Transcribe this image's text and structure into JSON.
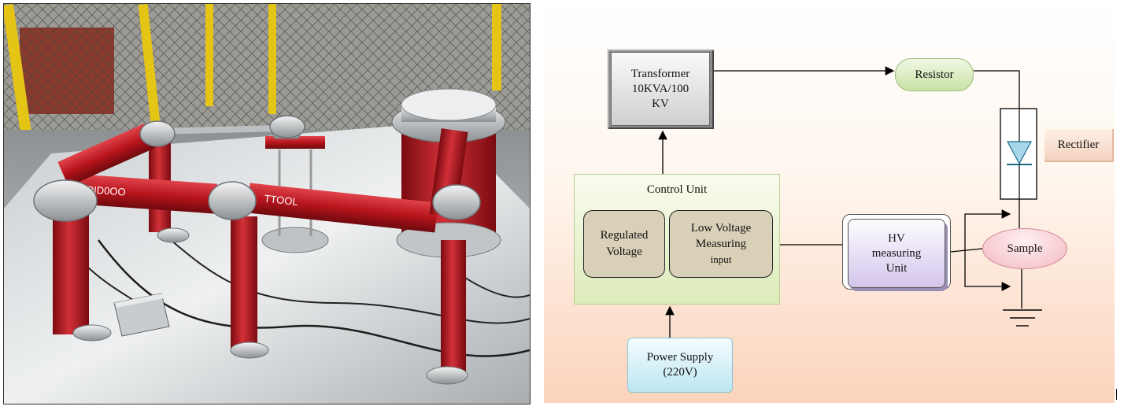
{
  "diagram": {
    "transformer": {
      "line1": "Transformer",
      "line2": "10KVA/100",
      "line3": "KV"
    },
    "resistor": "Resistor",
    "rectifier": "Rectifier",
    "control_unit": {
      "title": "Control Unit",
      "regulated": {
        "line1": "Regulated",
        "line2": "Voltage"
      },
      "low_voltage": {
        "line1": "Low Voltage",
        "line2": "Measuring",
        "line3": "input"
      }
    },
    "hv_unit": {
      "line1": "HV",
      "line2": "measuring",
      "line3": "Unit"
    },
    "sample": "Sample",
    "power_supply": {
      "line1": "Power Supply",
      "line2": "(220V)"
    }
  },
  "photo": {
    "tube_labels": [
      "EDID0OO",
      "TTOOL"
    ]
  },
  "colors": {
    "red_tube": "#b8141c",
    "fence_yellow": "#e4c414",
    "floor": "#b9bdc0"
  }
}
